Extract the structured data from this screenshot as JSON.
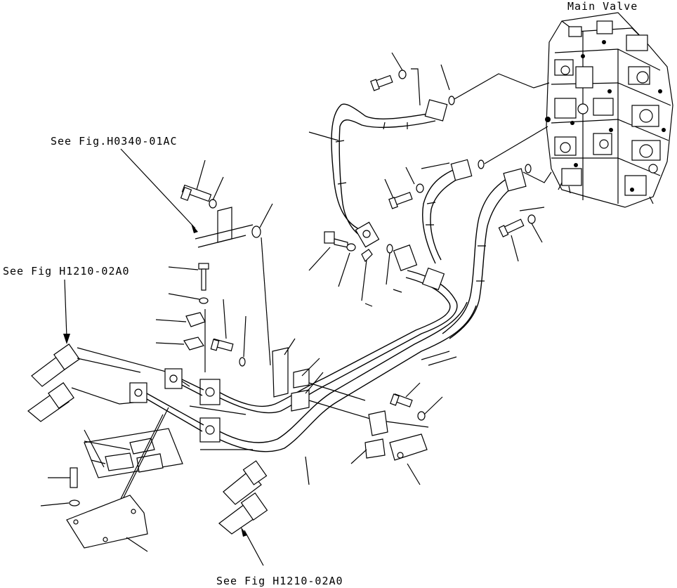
{
  "labels": {
    "main_valve": "Main Valve",
    "ref_h0340": "See Fig.H0340-01AC",
    "ref_h1210_left": "See Fig H1210-02A0",
    "ref_h1210_bottom": "See Fig H1210-02A0"
  }
}
